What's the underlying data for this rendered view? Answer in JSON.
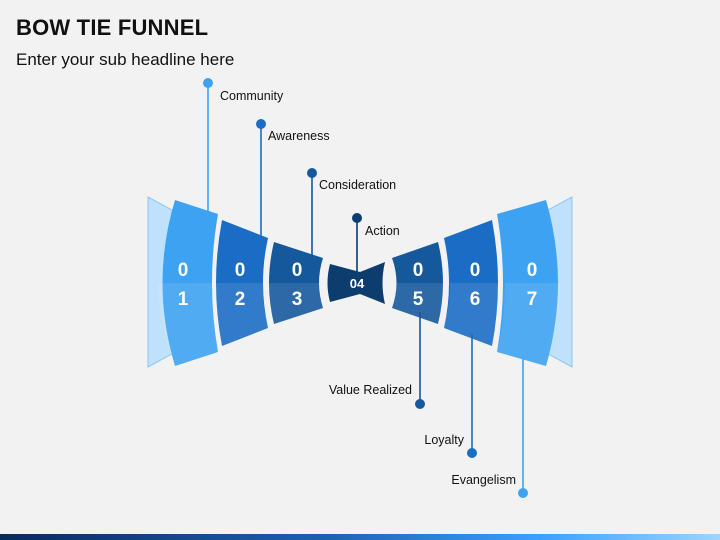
{
  "header": {
    "title": "BOW TIE FUNNEL",
    "subtitle": "Enter your sub headline here"
  },
  "stages": [
    {
      "digit_top": "0",
      "digit_bottom": "1",
      "label": "Community",
      "color": "#3ea2f2"
    },
    {
      "digit_top": "0",
      "digit_bottom": "2",
      "label": "Awareness",
      "color": "#1a6cc4"
    },
    {
      "digit_top": "0",
      "digit_bottom": "3",
      "label": "Consideration",
      "color": "#15589c"
    },
    {
      "digit_top": "04",
      "digit_bottom": "",
      "label": "Action",
      "color": "#0d3c6e"
    },
    {
      "digit_top": "0",
      "digit_bottom": "5",
      "label": "Value Realized",
      "color": "#15589c"
    },
    {
      "digit_top": "0",
      "digit_bottom": "6",
      "label": "Loyalty",
      "color": "#1a6cc4"
    },
    {
      "digit_top": "0",
      "digit_bottom": "7",
      "label": "Evangelism",
      "color": "#3ea2f2"
    }
  ],
  "colors": {
    "background": "#f2f2f2",
    "outer_flap": "#bfe1fb"
  }
}
